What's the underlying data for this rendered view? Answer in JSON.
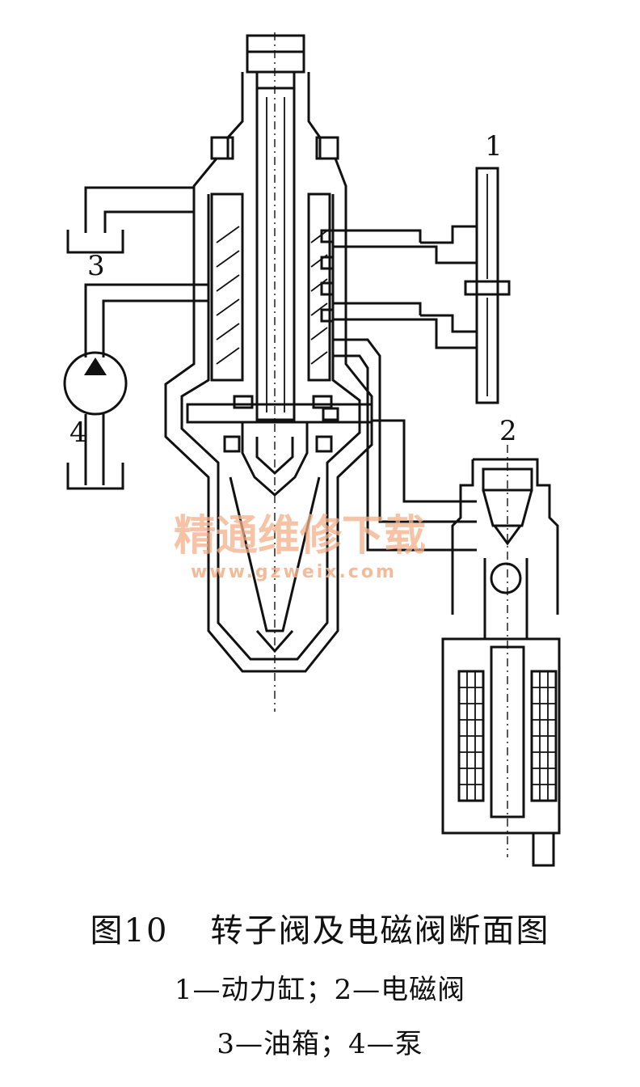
{
  "figure": {
    "number": "图10",
    "title": "转子阀及电磁阀断面图"
  },
  "legend": {
    "line1": "1—动力缸；2—电磁阀",
    "line2": "3—油箱；4—泵"
  },
  "callouts": {
    "c1": "1",
    "c2": "2",
    "c3": "3",
    "c4": "4"
  },
  "watermark": {
    "text": "精通维修下载",
    "url": "www.gzweix.com"
  }
}
